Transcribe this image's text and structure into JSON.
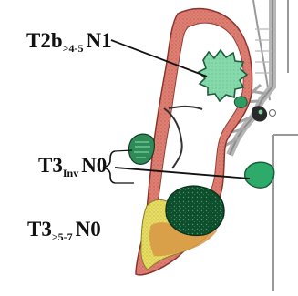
{
  "labels": {
    "t2b": {
      "main": "T2b",
      "sub": ">4-5",
      "tail": "N1"
    },
    "t3inv": {
      "main": "T3",
      "sub": "Inv",
      "tail": "N0"
    },
    "t3size": {
      "main": "T3",
      "sub": ">5-7",
      "tail": "N0"
    }
  },
  "colors": {
    "lung_red": "#d96a5d",
    "lung_inner": "#ffffff",
    "tumor_green": "#86d9aa",
    "tumor_dark": "#0f4d2c",
    "tumor_mid": "#2e8b57",
    "lymph_green": "#2eaa6a",
    "pleura_yellow": "#e7e066",
    "pleura_orange": "#d89745",
    "airway": "#a9a9a9",
    "outline": "#2a2a2a"
  },
  "icons": [
    "lung-diagram",
    "tumor-green",
    "lymph-node-icon",
    "airway-icon"
  ]
}
